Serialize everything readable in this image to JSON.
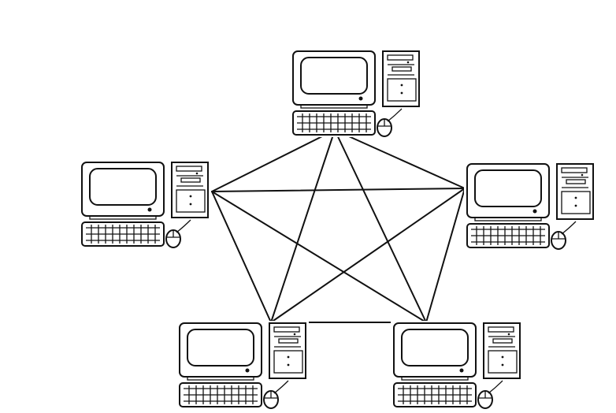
{
  "diagram": {
    "topology": "full-mesh",
    "colors": {
      "background": "#ffffff",
      "ink": "#111111"
    },
    "nodes": [
      {
        "id": "pc-top",
        "device": "desktop-computer",
        "icon": "computer-icon"
      },
      {
        "id": "pc-left",
        "device": "desktop-computer",
        "icon": "computer-icon"
      },
      {
        "id": "pc-right",
        "device": "desktop-computer",
        "icon": "computer-icon"
      },
      {
        "id": "pc-bottom-left",
        "device": "desktop-computer",
        "icon": "computer-icon"
      },
      {
        "id": "pc-bottom-right",
        "device": "desktop-computer",
        "icon": "computer-icon"
      }
    ],
    "edges": [
      [
        "pc-top",
        "pc-left"
      ],
      [
        "pc-top",
        "pc-right"
      ],
      [
        "pc-top",
        "pc-bottom-left"
      ],
      [
        "pc-top",
        "pc-bottom-right"
      ],
      [
        "pc-left",
        "pc-right"
      ],
      [
        "pc-left",
        "pc-bottom-left"
      ],
      [
        "pc-left",
        "pc-bottom-right"
      ],
      [
        "pc-right",
        "pc-bottom-left"
      ],
      [
        "pc-right",
        "pc-bottom-right"
      ],
      [
        "pc-bottom-left",
        "pc-bottom-right"
      ]
    ]
  }
}
